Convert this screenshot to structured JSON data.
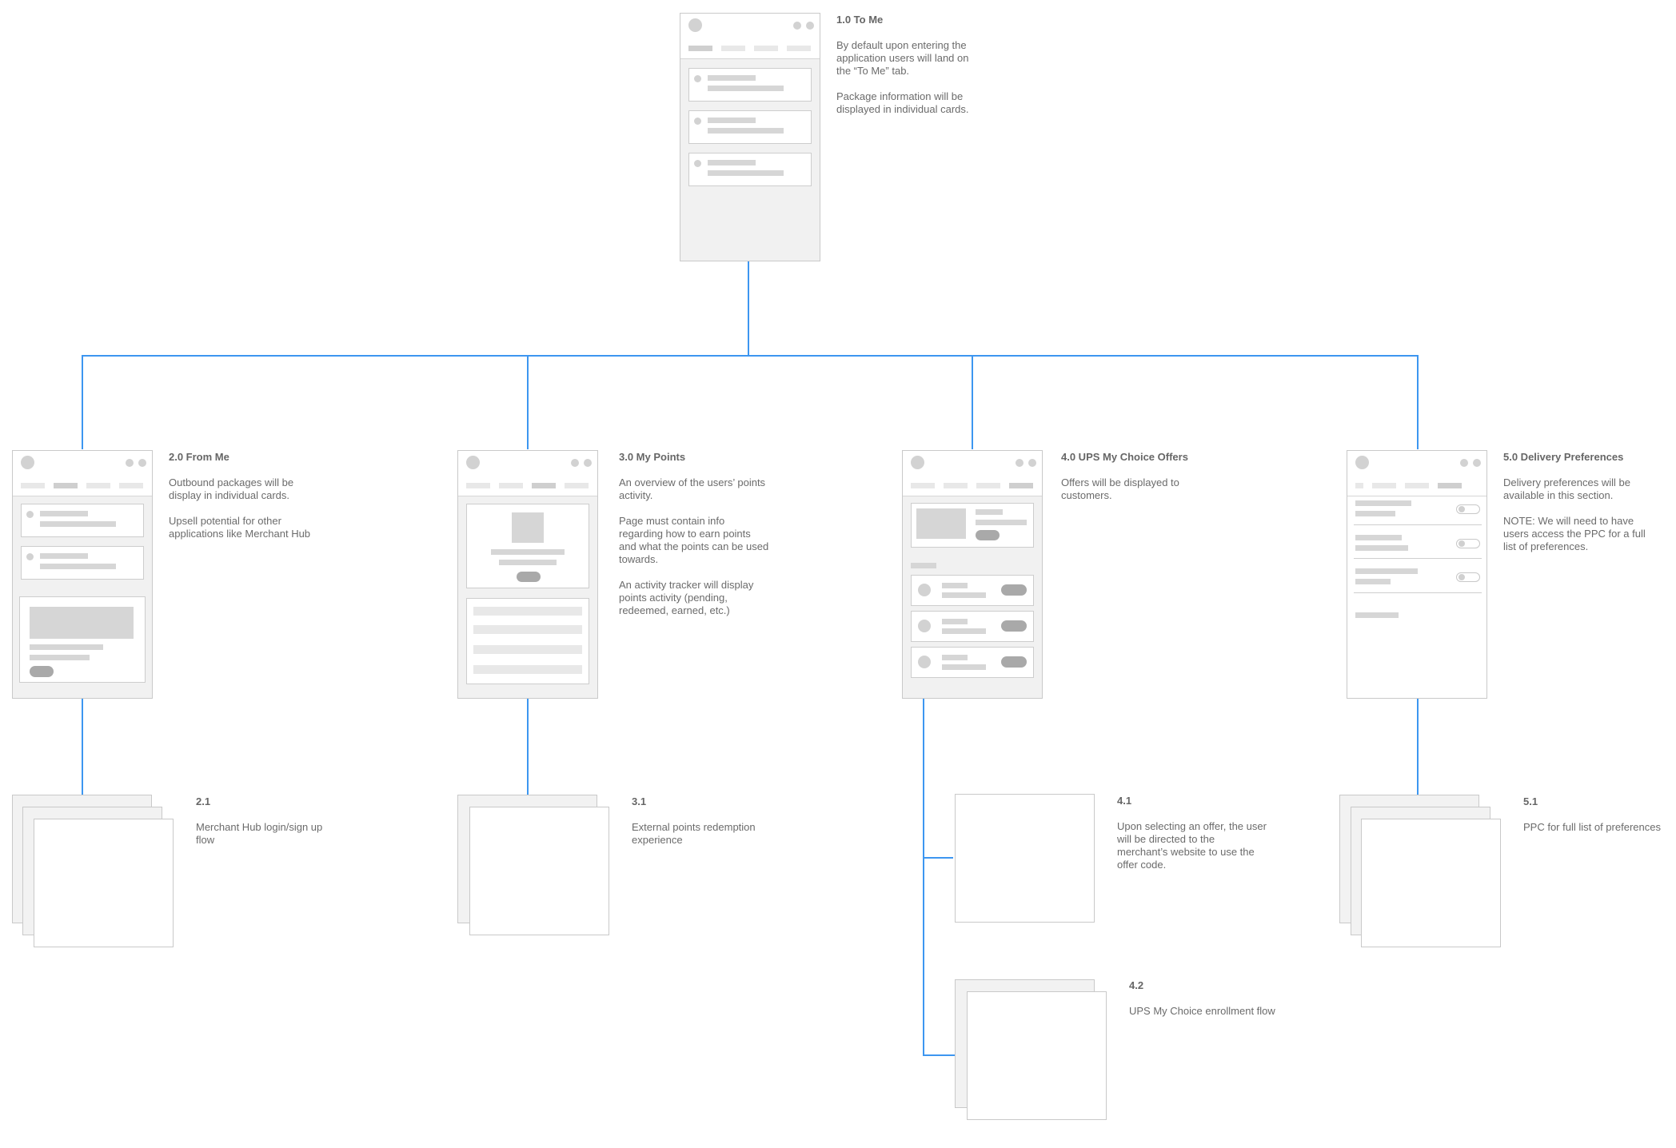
{
  "nodes": {
    "to_me": {
      "title": "1.0 To Me",
      "paragraphs": [
        "By default upon entering the\napplication users will land on\nthe “To Me” tab.",
        "Package information will be\ndisplayed in individual cards."
      ]
    },
    "from_me": {
      "title": "2.0 From Me",
      "paragraphs": [
        "Outbound packages will be\ndisplay in individual cards.",
        "Upsell potential for other\napplications like Merchant Hub"
      ]
    },
    "my_points": {
      "title": "3.0 My Points",
      "paragraphs": [
        "An overview of the users’ points\nactivity.",
        "Page must contain info\nregarding how to earn points\nand what the points can be used\ntowards.",
        "An activity tracker will display\npoints activity (pending,\nredeemed, earned, etc.)"
      ]
    },
    "offers": {
      "title": "4.0 UPS My Choice Offers",
      "paragraphs": [
        "Offers will be displayed to\ncustomers."
      ]
    },
    "delivery": {
      "title": "5.0 Delivery Preferences",
      "paragraphs": [
        "Delivery preferences will be\navailable in this section.",
        "NOTE: We will need to have\nusers access the PPC for a full\nlist of preferences."
      ]
    },
    "merchant_hub": {
      "title": "2.1",
      "paragraphs": [
        "Merchant Hub login/sign up\nflow"
      ]
    },
    "points_redemption": {
      "title": "3.1",
      "paragraphs": [
        "External points redemption\nexperience"
      ]
    },
    "offer_select": {
      "title": "4.1",
      "paragraphs": [
        "Upon selecting an offer, the user\nwill be directed to the\nmerchant’s website to use the\noffer code."
      ]
    },
    "enrollment": {
      "title": "4.2",
      "paragraphs": [
        "UPS My Choice enrollment flow"
      ]
    },
    "ppc": {
      "title": "5.1",
      "paragraphs": [
        "PPC for full list of preferences"
      ]
    }
  },
  "colors": {
    "connector": "#3d96f0",
    "wire_fill": "#f1f1f1",
    "wire_border": "#c9c9c9",
    "placeholder": "#d6d6d6",
    "button": "#a9a9a9"
  }
}
